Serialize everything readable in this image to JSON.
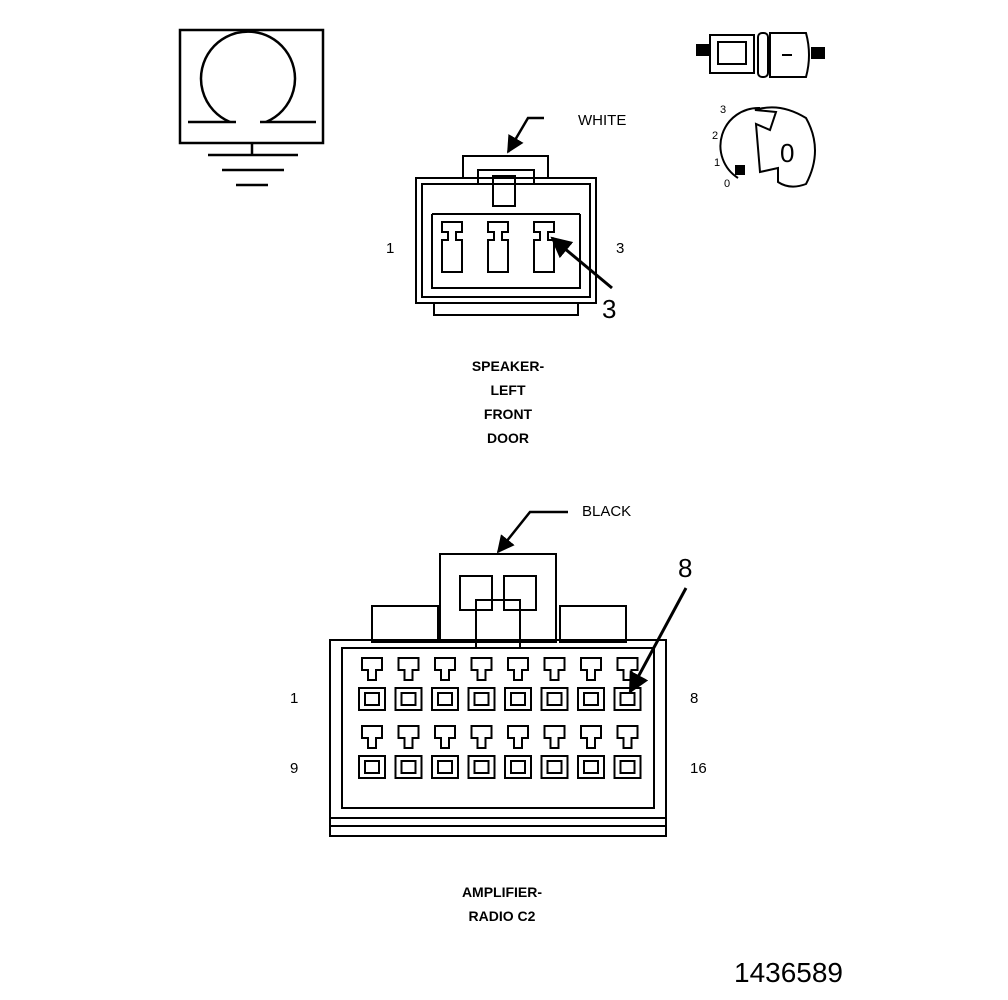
{
  "ohmmeter": {
    "symbol": "Ω"
  },
  "speaker_connector": {
    "color_label": "WHITE",
    "pin_left": "1",
    "pin_right": "3",
    "callout_pin": "3",
    "caption": [
      "SPEAKER-",
      "LEFT",
      "FRONT",
      "DOOR"
    ]
  },
  "ignition_switch": {
    "positions": [
      "3",
      "2",
      "1",
      "0"
    ],
    "key_label": "0"
  },
  "amplifier_connector": {
    "color_label": "BLACK",
    "pin_top_left": "1",
    "pin_top_right": "8",
    "pin_bottom_left": "9",
    "pin_bottom_right": "16",
    "callout_pin": "8",
    "caption": [
      "AMPLIFIER-",
      "RADIO C2"
    ]
  },
  "figure_number": "1436589"
}
